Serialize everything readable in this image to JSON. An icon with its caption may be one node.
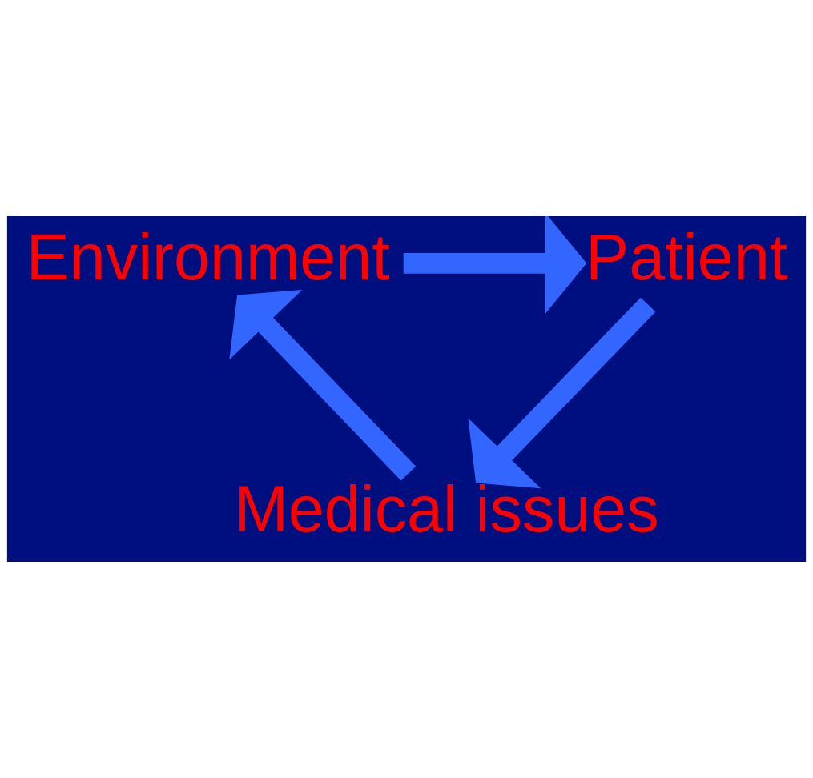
{
  "diagram": {
    "nodes": [
      {
        "text": [
          "Environment"
        ]
      },
      {
        "text": [
          "Patient"
        ]
      },
      {
        "text": [
          "Medical issues"
        ]
      }
    ],
    "edges": [
      {
        "from": 0,
        "to": 1,
        "arrow": "to"
      },
      {
        "from": 1,
        "to": 2,
        "arrow": "to"
      },
      {
        "from": 2,
        "to": 0,
        "arrow": "to"
      }
    ]
  }
}
